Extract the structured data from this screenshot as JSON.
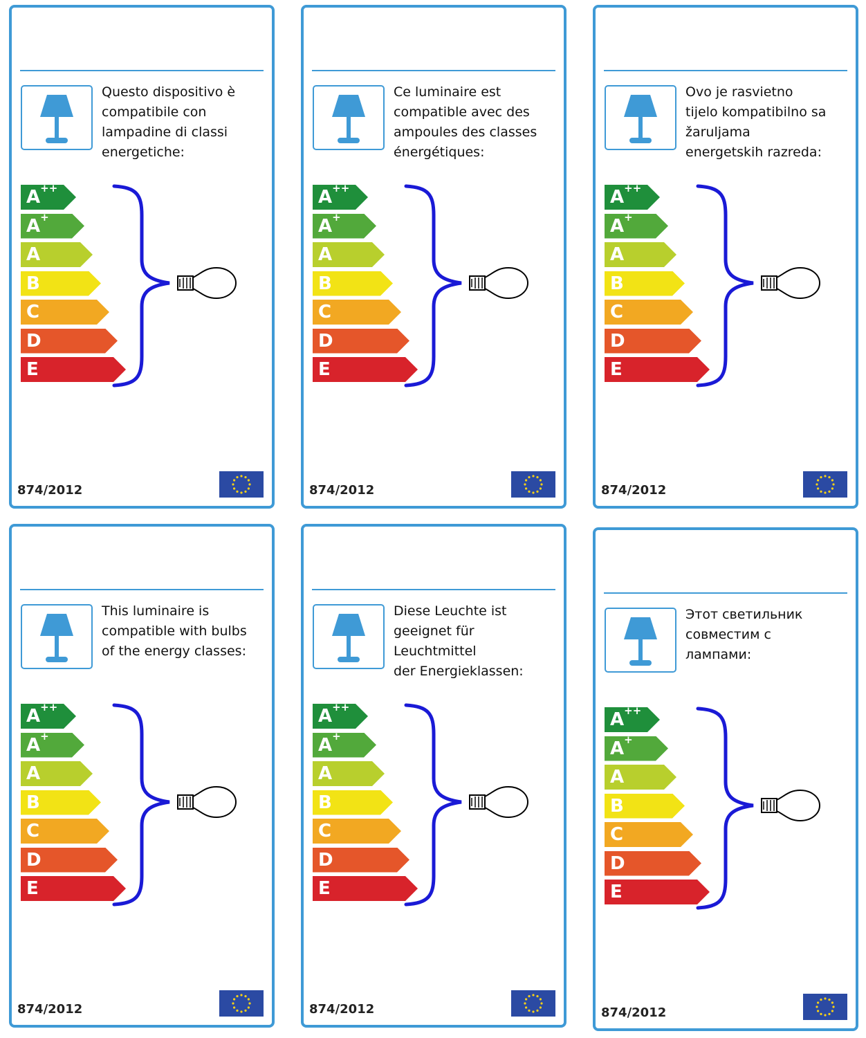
{
  "labels": [
    {
      "description": "Questo dispositivo è\ncompatibile con\nlampadine di classi\nenergetiche:",
      "regulation": "874/2012"
    },
    {
      "description": "Ce luminaire est\ncompatible avec des\nampoules des classes\nénergétiques:",
      "regulation": "874/2012"
    },
    {
      "description": "Ovo je rasvietno\ntijelo kompatibilno sa\nžaruljama\nenergetskih razreda:",
      "regulation": "874/2012"
    },
    {
      "description": "This luminaire is\ncompatible with bulbs\nof the energy classes:",
      "regulation": "874/2012"
    },
    {
      "description": "Diese Leuchte ist\ngeeignet für Leuchtmittel\nder Energieklassen:",
      "regulation": "874/2012"
    },
    {
      "description": "Этот светильник\nсовместим с\nлампами:",
      "regulation": "874/2012"
    }
  ],
  "energy_classes": [
    {
      "letter": "A",
      "sup": "++",
      "color": "#1f8f3b"
    },
    {
      "letter": "A",
      "sup": "+",
      "color": "#52a93b"
    },
    {
      "letter": "A",
      "sup": "",
      "color": "#b8cf2d"
    },
    {
      "letter": "B",
      "sup": "",
      "color": "#f2e315"
    },
    {
      "letter": "C",
      "sup": "",
      "color": "#f2a822"
    },
    {
      "letter": "D",
      "sup": "",
      "color": "#e5562a"
    },
    {
      "letter": "E",
      "sup": "",
      "color": "#d8232b"
    }
  ],
  "colors": {
    "frame": "#3f9ad6",
    "lamp_icon": "#3f9ad6",
    "brace": "#1a1ad6",
    "eu_flag": "#2b4aa3",
    "eu_stars": "#f7d117"
  },
  "icons": [
    "table-lamp-icon",
    "light-bulb-icon",
    "eu-flag-icon"
  ]
}
